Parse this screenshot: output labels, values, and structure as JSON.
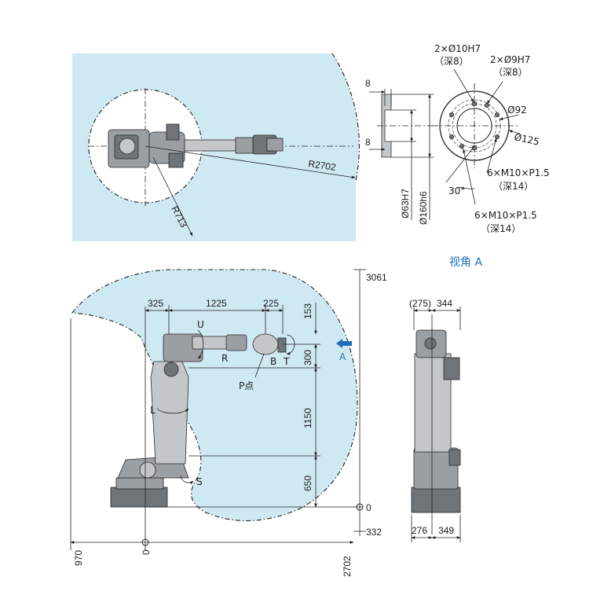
{
  "colors": {
    "envelope": "#cfe9f3",
    "accent": "#1e6fb8",
    "robot": "#9a9fa4"
  },
  "top_view": {
    "reach_radius": "R2702",
    "inner_radius": "R713"
  },
  "flange": {
    "dim_8_top": "8",
    "dim_8_bottom": "8",
    "dia_63": "Ø63H7",
    "dia_160": "Ø160h6",
    "hole_10": "2×Ø10H7",
    "hole_10_depth": "（深8）",
    "hole_9": "2×Ø9H7",
    "hole_9_depth": "（深8）",
    "dia_92": "Ø92",
    "dia_125": "Ø125",
    "thread_1": "6×M10×P1.5",
    "thread_1_depth": "（深14）",
    "thread_2": "6×M10×P1.5",
    "thread_2_depth": "（深14）",
    "angle": "30°",
    "view_label": "视角 A"
  },
  "side_view": {
    "d325": "325",
    "d1225": "1225",
    "d225": "225",
    "d153": "153",
    "d300": "300",
    "d1150": "1150",
    "d650": "650",
    "d3061": "3061",
    "d0_right": "0",
    "d332": "332",
    "d970": "970",
    "d0_bottom": "0",
    "d2702": "2702",
    "axis_u": "U",
    "axis_r": "R",
    "axis_b": "B",
    "axis_t": "T",
    "axis_l": "L",
    "axis_s": "S",
    "p_point": "P点",
    "arrow_a": "A"
  },
  "front_view": {
    "d275": "(275)",
    "d344": "344",
    "d276": "276",
    "d349": "349"
  }
}
